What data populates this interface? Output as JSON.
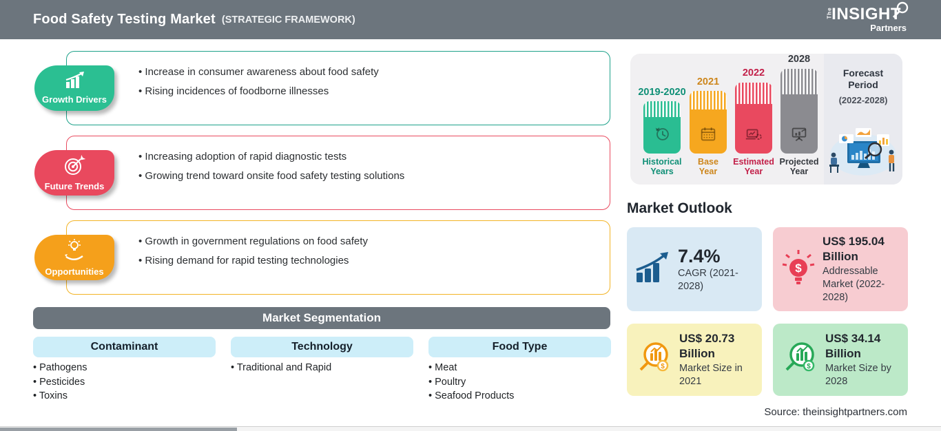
{
  "header": {
    "title": "Food Safety Testing Market",
    "subtitle": "(STRATEGIC FRAMEWORK)",
    "logo": {
      "the": "The",
      "insight": "INSIGHT",
      "partners": "Partners"
    }
  },
  "panels": [
    {
      "label": "Growth Drivers",
      "icon": "growth-chart-icon",
      "accent": "#2bbf92",
      "border": "#1ca189",
      "items": [
        "Increase in consumer awareness about food safety",
        "Rising incidences of foodborne illnesses"
      ]
    },
    {
      "label": "Future Trends",
      "icon": "target-dart-icon",
      "accent": "#e9495e",
      "border": "#e9495e",
      "items": [
        "Increasing adoption of rapid diagnostic tests",
        "Growing trend toward onsite food safety testing solutions"
      ]
    },
    {
      "label": "Opportunities",
      "icon": "bulb-hand-icon",
      "accent": "#f5a01b",
      "border": "#f2b324",
      "items": [
        "Growth in government regulations on food safety",
        "Rising demand for rapid testing technologies"
      ]
    }
  ],
  "segmentation": {
    "title": "Market Segmentation",
    "columns": [
      {
        "header": "Contaminant",
        "items": [
          "Pathogens",
          "Pesticides",
          "Toxins"
        ]
      },
      {
        "header": "Technology",
        "items": [
          "Traditional and Rapid"
        ]
      },
      {
        "header": "Food Type",
        "items": [
          "Meat",
          "Poultry",
          "Seafood Products"
        ]
      }
    ]
  },
  "timeline": {
    "bars": [
      {
        "year": "2019-2020",
        "line1": "Historical",
        "line2": "Years",
        "icon": "history-clock-icon",
        "color": "#2abd92"
      },
      {
        "year": "2021",
        "line1": "Base",
        "line2": "Year",
        "icon": "calendar-icon",
        "color": "#f6a71f"
      },
      {
        "year": "2022",
        "line1": "Estimated",
        "line2": "Year",
        "icon": "estimate-device-icon",
        "color": "#e9495f"
      },
      {
        "year": "2028",
        "line1": "Projected",
        "line2": "Year",
        "icon": "projection-board-icon",
        "color": "#8b8b90"
      }
    ],
    "forecast": {
      "title": "Forecast Period",
      "range": "(2022-2028)",
      "icon": "analytics-illustration"
    }
  },
  "outlook": {
    "title": "Market Outlook",
    "cards": [
      {
        "value": "7.4%",
        "desc": "CAGR (2021-2028)",
        "icon": "growth-bars-arrow-icon",
        "bg": "#d9e9f4",
        "accent": "#1c5d8f"
      },
      {
        "value": "US$ 195.04 Billion",
        "desc": "Addressable Market (2022-2028)",
        "icon": "bulb-dollar-icon",
        "bg": "#f7ccd1",
        "accent": "#e83e55"
      },
      {
        "value": "US$ 20.73 Billion",
        "desc": "Market Size in 2021",
        "icon": "magnifier-chart-icon",
        "bg": "#f8f2bc",
        "accent": "#f0980f"
      },
      {
        "value": "US$ 34.14 Billion",
        "desc": "Market Size by 2028",
        "icon": "magnifier-chart-icon",
        "bg": "#bce9c8",
        "accent": "#27a857"
      }
    ]
  },
  "source": "Source: theinsightpartners.com",
  "colors": {
    "header_bg": "#6c757d",
    "segmentation_bg": "#6c757d",
    "column_header_bg": "#cdeef9",
    "timeline_card_bg": "#f1f0f2"
  }
}
